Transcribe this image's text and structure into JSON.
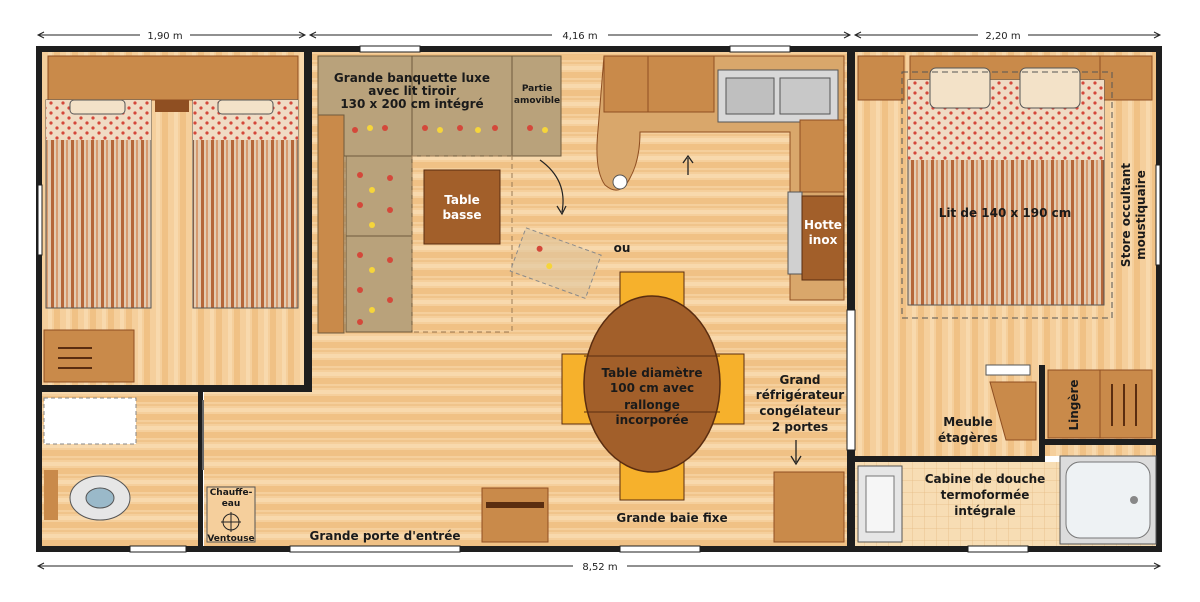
{
  "dimensions": {
    "left": "1,90 m",
    "middle": "4,16 m",
    "right": "2,20 m",
    "total": "8,52 m"
  },
  "labels": {
    "banquette_line1": "Grande banquette luxe",
    "banquette_line2": "avec lit tiroir",
    "banquette_line3": "130 x 200 cm intégré",
    "partie_line1": "Partie",
    "partie_line2": "amovible",
    "table_basse_line1": "Table",
    "table_basse_line2": "basse",
    "ou": "ou",
    "hotte_line1": "Hotte",
    "hotte_line2": "inox",
    "lit": "Lit de 140 x 190 cm",
    "store_line1": "Store occultant",
    "store_line2": "moustiquaire",
    "table_line1": "Table diamètre",
    "table_line2": "100 cm avec",
    "table_line3": "rallonge",
    "table_line4": "incorporée",
    "frigo_line1": "Grand",
    "frigo_line2": "réfrigérateur",
    "frigo_line3": "congélateur",
    "frigo_line4": "2 portes",
    "lingere": "Lingère",
    "meuble_line1": "Meuble",
    "meuble_line2": "étagères",
    "douche_line1": "Cabine de douche",
    "douche_line2": "termoformée",
    "douche_line3": "intégrale",
    "chauffe_line1": "Chauffe-",
    "chauffe_line2": "eau",
    "ventouse": "Ventouse",
    "porte": "Grande porte d'entrée",
    "baie": "Grande baie fixe"
  },
  "colors": {
    "wall": "#1e1e1e",
    "floor": "#f5cf9c",
    "floor_stripe": "#e8b06e",
    "furniture": "#c98a4a",
    "furniture_dark": "#8f4f22",
    "bed": "#e4ccb2",
    "bed_stripe": "#b5673a",
    "pillow": "#f3e2c8",
    "banquette": "#b9a27b",
    "table": "#a25f2a",
    "chair": "#f6b12c",
    "white": "#ffffff"
  }
}
